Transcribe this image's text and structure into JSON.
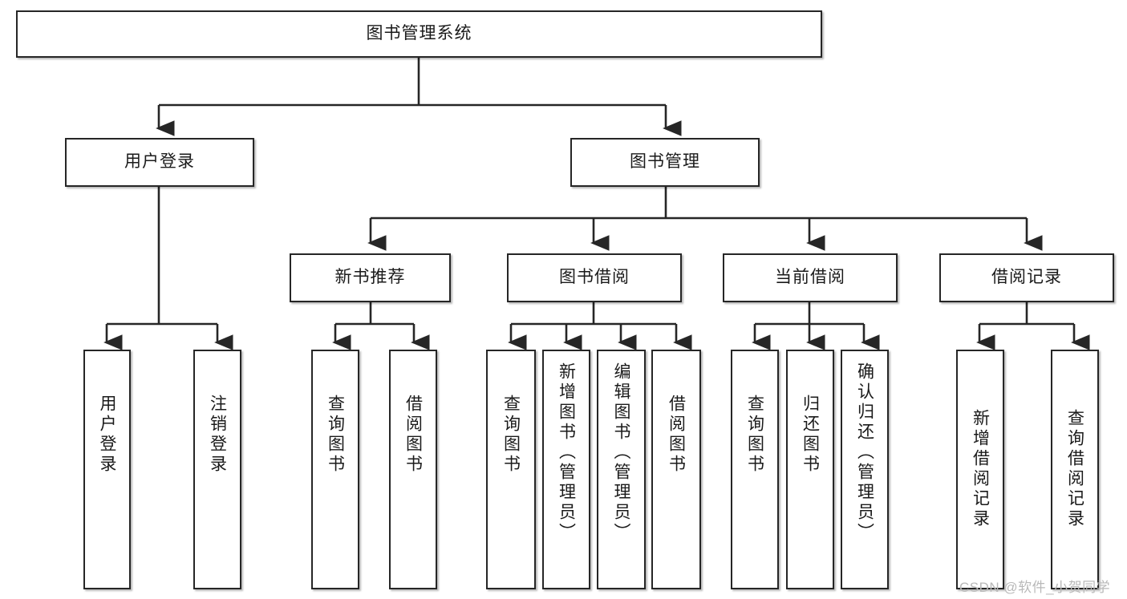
{
  "diagram": {
    "type": "tree-hierarchy",
    "title": "图书管理系统",
    "root": {
      "id": "root",
      "label": "图书管理系统"
    },
    "level1": [
      {
        "id": "user-login",
        "label": "用户登录"
      },
      {
        "id": "book-manage",
        "label": "图书管理"
      }
    ],
    "level2": [
      {
        "id": "new-book-recommend",
        "label": "新书推荐",
        "parent": "book-manage"
      },
      {
        "id": "book-borrow",
        "label": "图书借阅",
        "parent": "book-manage"
      },
      {
        "id": "current-borrow",
        "label": "当前借阅",
        "parent": "book-manage"
      },
      {
        "id": "borrow-record",
        "label": "借阅记录",
        "parent": "book-manage"
      }
    ],
    "leaves": [
      {
        "id": "leaf-user-login",
        "label": "用户登录",
        "parent": "user-login"
      },
      {
        "id": "leaf-logout-login",
        "label": "注销登录",
        "parent": "user-login"
      },
      {
        "id": "leaf-query-book-1",
        "label": "查询图书",
        "parent": "new-book-recommend"
      },
      {
        "id": "leaf-borrow-book-1",
        "label": "借阅图书",
        "parent": "new-book-recommend"
      },
      {
        "id": "leaf-query-book-2",
        "label": "查询图书",
        "parent": "book-borrow"
      },
      {
        "id": "leaf-add-book",
        "label": "新增图书（管理员）",
        "parent": "book-borrow"
      },
      {
        "id": "leaf-edit-book",
        "label": "编辑图书（管理员）",
        "parent": "book-borrow"
      },
      {
        "id": "leaf-borrow-book-2",
        "label": "借阅图书",
        "parent": "book-borrow"
      },
      {
        "id": "leaf-query-book-3",
        "label": "查询图书",
        "parent": "current-borrow"
      },
      {
        "id": "leaf-return-book",
        "label": "归还图书",
        "parent": "current-borrow"
      },
      {
        "id": "leaf-confirm-return",
        "label": "确认归还（管理员）",
        "parent": "current-borrow"
      },
      {
        "id": "leaf-add-record",
        "label": "新增借阅记录",
        "parent": "borrow-record"
      },
      {
        "id": "leaf-query-record",
        "label": "查询借阅记录",
        "parent": "borrow-record"
      }
    ],
    "colors": {
      "stroke": "#262626",
      "background": "#ffffff",
      "text": "#1a1a1a",
      "watermark": "#b9b9b9"
    }
  },
  "watermark": {
    "text": "CSDN @软件_小贺同学"
  }
}
